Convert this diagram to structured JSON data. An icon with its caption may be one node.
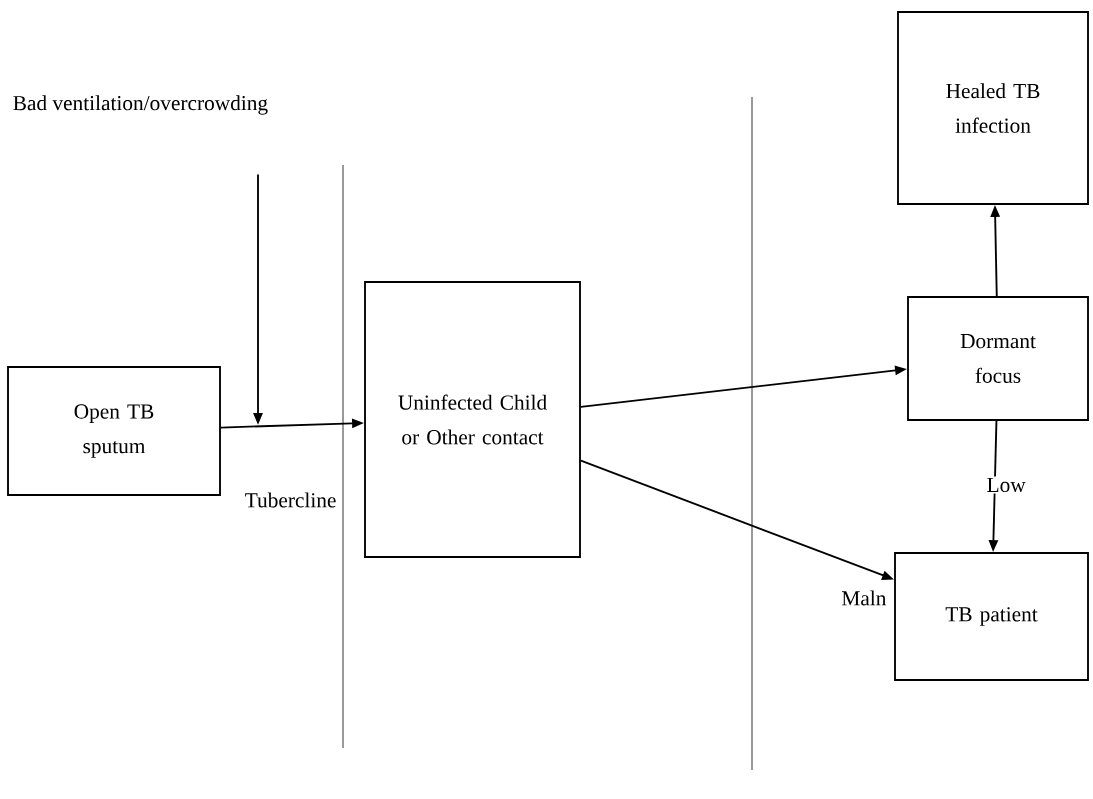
{
  "diagram": {
    "nodes": [
      {
        "text": [
          "Bad ventilation/overcrowding"
        ]
      },
      {
        "text": [
          "Open TB sputum"
        ]
      },
      {
        "text": [
          "Uninfected Child or Other contact"
        ]
      },
      {
        "text": [
          "Healed TB infection"
        ]
      },
      {
        "text": [
          "Dormant focus"
        ]
      },
      {
        "text": [
          "TB patient"
        ]
      }
    ],
    "edges": [
      {
        "from": 1,
        "to": 2,
        "arrow": "to",
        "label": "Tubercline"
      },
      {
        "from": 0,
        "to": null,
        "arrow": "to"
      },
      {
        "from": 2,
        "to": 4,
        "arrow": "to"
      },
      {
        "from": 2,
        "to": 5,
        "arrow": "to",
        "label": "Maln"
      },
      {
        "from": 4,
        "to": 3,
        "arrow": "to"
      },
      {
        "from": 4,
        "to": 5,
        "arrow": "to",
        "label": "Low"
      }
    ]
  }
}
